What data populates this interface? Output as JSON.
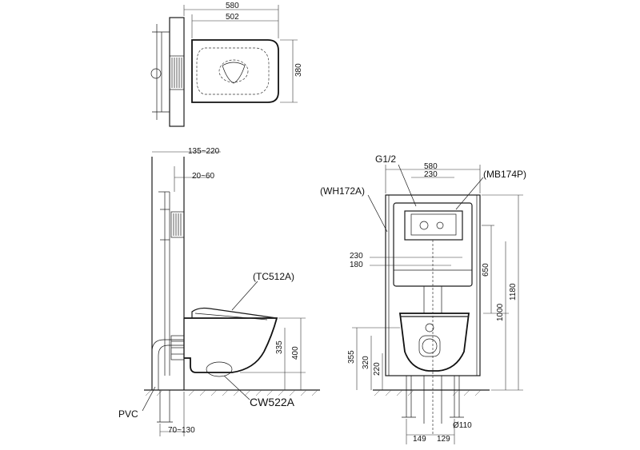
{
  "top_view": {
    "dim_580": "580",
    "dim_502": "502",
    "dim_380": "380"
  },
  "side_view": {
    "dim_135_220": "135~220",
    "dim_20_60": "20~60",
    "dim_335": "335",
    "dim_400": "400",
    "dim_70_130": "70~130",
    "label_tc512a": "(TC512A)",
    "label_cw522a": "CW522A",
    "label_pvc": "PVC"
  },
  "front_view": {
    "label_g12": "G1/2",
    "dim_580": "580",
    "dim_230_top": "230",
    "label_mb174p": "(MB174P)",
    "label_wh172a": "(WH172A)",
    "dim_230_left": "230",
    "dim_180": "180",
    "dim_650": "650",
    "dim_1000": "1000",
    "dim_1180": "1180",
    "dim_355": "355",
    "dim_320": "320",
    "dim_220": "220",
    "dim_d110": "Ø110",
    "dim_149": "149",
    "dim_129": "129"
  }
}
